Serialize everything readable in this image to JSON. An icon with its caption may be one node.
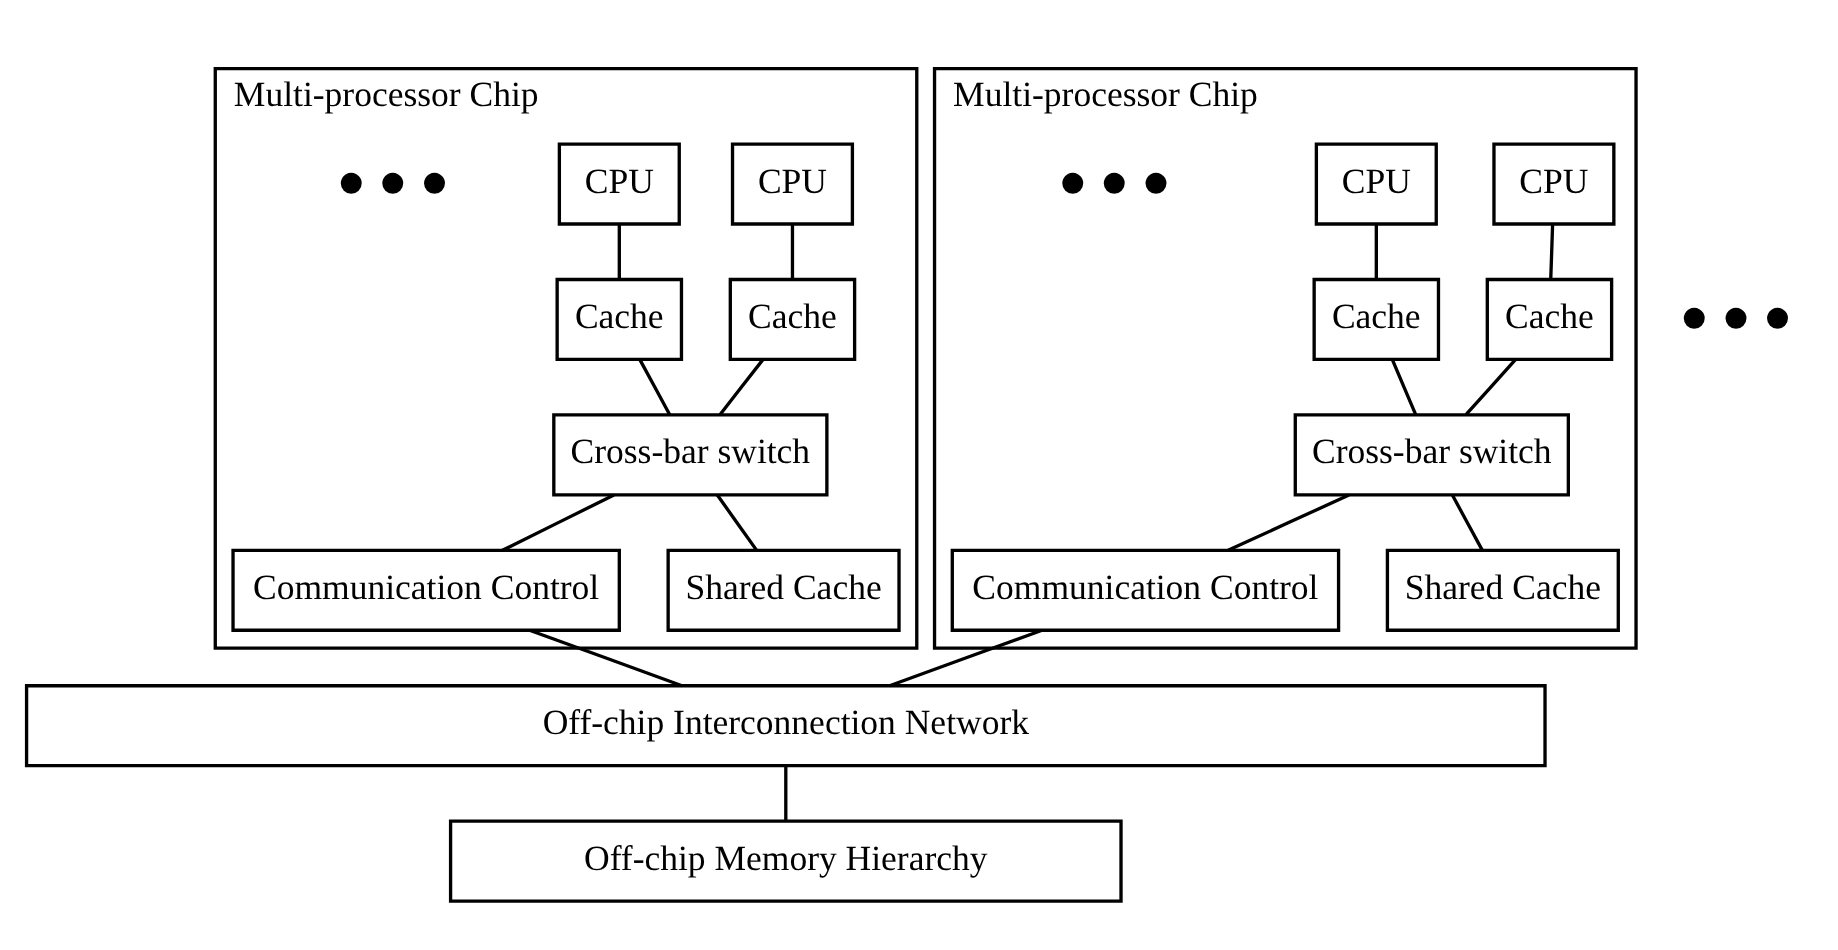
{
  "diagram": {
    "nodes": [
      {
        "text": [
          "Multi-processor Chip"
        ]
      },
      {
        "text": [
          "CPU"
        ],
        "in": 0
      },
      {
        "text": [
          "CPU"
        ],
        "in": 0
      },
      {
        "text": [
          "Cache"
        ],
        "in": 0
      },
      {
        "text": [
          "Cache"
        ],
        "in": 0
      },
      {
        "text": [
          "Cross-bar switch"
        ],
        "in": 0
      },
      {
        "text": [
          "Communication Control"
        ],
        "in": 0
      },
      {
        "text": [
          "Shared Cache"
        ],
        "in": 0
      },
      {
        "text": [
          "Multi-processor Chip"
        ]
      },
      {
        "text": [
          "CPU"
        ],
        "in": 8
      },
      {
        "text": [
          "CPU"
        ],
        "in": 8
      },
      {
        "text": [
          "Cache"
        ],
        "in": 8
      },
      {
        "text": [
          "Cache"
        ],
        "in": 8
      },
      {
        "text": [
          "Cross-bar switch"
        ],
        "in": 8
      },
      {
        "text": [
          "Communication Control"
        ],
        "in": 8
      },
      {
        "text": [
          "Shared Cache"
        ],
        "in": 8
      },
      {
        "text": [
          "Off-chip Interconnection Network"
        ]
      },
      {
        "text": [
          "Off-chip Memory Hierarchy"
        ]
      }
    ],
    "edges": [
      {
        "from": 1,
        "to": 3,
        "arrow": "none"
      },
      {
        "from": 2,
        "to": 4,
        "arrow": "none"
      },
      {
        "from": 3,
        "to": 5,
        "arrow": "none"
      },
      {
        "from": 4,
        "to": 5,
        "arrow": "none"
      },
      {
        "from": 5,
        "to": 6,
        "arrow": "none"
      },
      {
        "from": 5,
        "to": 7,
        "arrow": "none"
      },
      {
        "from": 9,
        "to": 11,
        "arrow": "none"
      },
      {
        "from": 10,
        "to": 12,
        "arrow": "none"
      },
      {
        "from": 11,
        "to": 13,
        "arrow": "none"
      },
      {
        "from": 12,
        "to": 13,
        "arrow": "none"
      },
      {
        "from": 13,
        "to": 14,
        "arrow": "none"
      },
      {
        "from": 13,
        "to": 15,
        "arrow": "none"
      },
      {
        "from": 6,
        "to": 16,
        "arrow": "none"
      },
      {
        "from": 14,
        "to": 16,
        "arrow": "none"
      },
      {
        "from": 16,
        "to": 17,
        "arrow": "none"
      }
    ],
    "labels": [
      "● ● ●",
      "● ● ●",
      "● ● ●"
    ]
  }
}
